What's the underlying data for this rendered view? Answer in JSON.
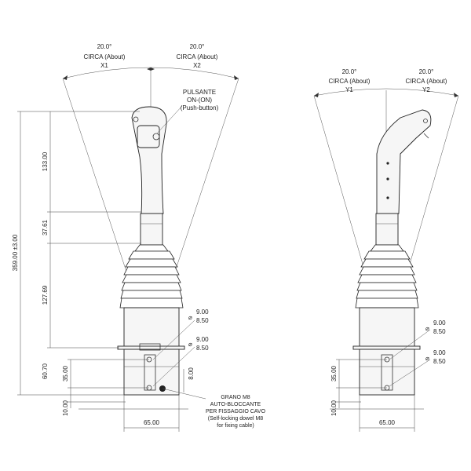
{
  "angles": {
    "x1": {
      "value": "20.0°",
      "circa": "CIRCA (About)",
      "axis": "X1"
    },
    "x2": {
      "value": "20.0°",
      "circa": "CIRCA (About)",
      "axis": "X2"
    },
    "y1": {
      "value": "20.0°",
      "circa": "CIRCA (About)",
      "axis": "Y1"
    },
    "y2": {
      "value": "20.0°",
      "circa": "CIRCA (About)",
      "axis": "Y2"
    }
  },
  "pushbutton": {
    "line1": "PULSANTE",
    "line2": "ON-(ON)",
    "line3": "(Push-button)"
  },
  "dims_left": {
    "overall": "359.00 ±3.00",
    "d133": "133.00",
    "d37": "37.61",
    "d127": "127.69",
    "d60": "60.70",
    "d35": "35.00",
    "d10": "10.00",
    "d8": "8.00",
    "d65": "65.00",
    "hole1_a": "9.00",
    "hole1_b": "8.50",
    "hole2_a": "9.00",
    "hole2_b": "8.50"
  },
  "dims_right": {
    "d35": "35.00",
    "d10": "10.00",
    "d65": "65.00",
    "hole1_a": "9.00",
    "hole1_b": "8.50",
    "hole2_a": "9.00",
    "hole2_b": "8.50"
  },
  "dowel": {
    "line1": "GRANO M8",
    "line2": "AUTO-BLOCCANTE",
    "line3": "PER FISSAGGIO CAVO",
    "line4": "(Self-locking dowel M8",
    "line5": "for fixing cable)"
  },
  "diameter_symbol": "⌀"
}
